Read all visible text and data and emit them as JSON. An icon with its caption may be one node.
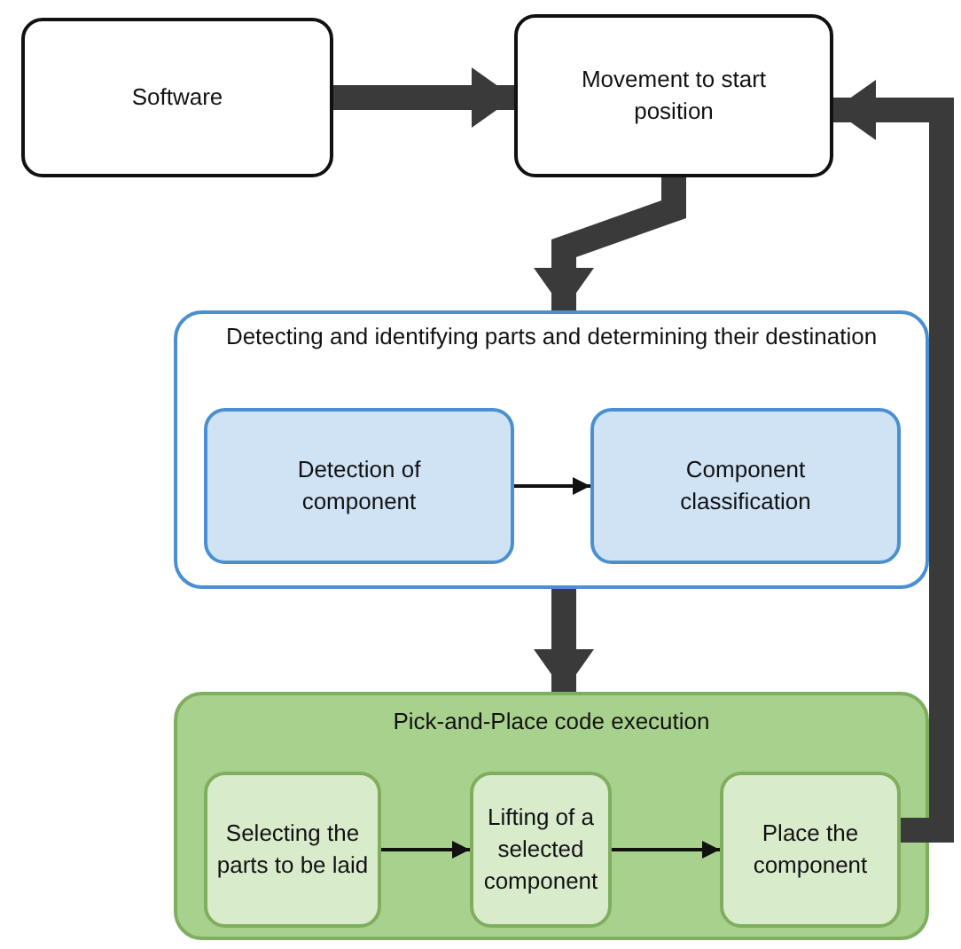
{
  "diagram": {
    "nodes": [
      {
        "text": [
          "Software"
        ]
      },
      {
        "text": [
          "Movement to start position"
        ]
      },
      {
        "text": [
          "Detecting and identifying parts and determining their destination"
        ]
      },
      {
        "text": [
          "Detection of component"
        ],
        "in": 2
      },
      {
        "text": [
          "Component classification"
        ],
        "in": 2
      },
      {
        "text": [
          "Pick-and-Place code execution"
        ]
      },
      {
        "text": [
          "Selecting the parts to be laid"
        ],
        "in": 5
      },
      {
        "text": [
          "Lifting of a selected component"
        ],
        "in": 5
      },
      {
        "text": [
          "Place the component"
        ],
        "in": 5
      }
    ],
    "edges": [
      {
        "from": 0,
        "to": 1,
        "arrow": "to"
      },
      {
        "from": 1,
        "to": 2,
        "arrow": "to"
      },
      {
        "from": 3,
        "to": 4,
        "arrow": "to"
      },
      {
        "from": 2,
        "to": 5,
        "arrow": "to"
      },
      {
        "from": 6,
        "to": 7,
        "arrow": "to"
      },
      {
        "from": 7,
        "to": 8,
        "arrow": "to"
      },
      {
        "from": 8,
        "to": 1,
        "arrow": "to"
      }
    ]
  }
}
